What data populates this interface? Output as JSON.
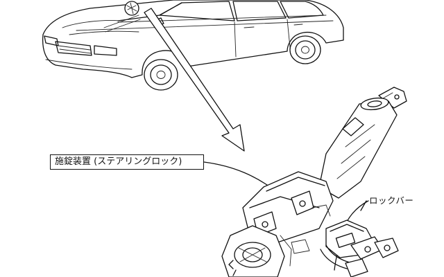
{
  "labels": {
    "device_name": "施錠装置 (ステアリングロック)",
    "lock_bar": "ロックバー"
  },
  "icons": {
    "car": "sedan-car-illustration",
    "detail_circle": "detail-magnifier-circle",
    "arrow": "large-down-arrow",
    "assembly": "steering-lock-assembly",
    "key": "ignition-key"
  },
  "colors": {
    "line": "#111111",
    "background": "#ffffff"
  }
}
